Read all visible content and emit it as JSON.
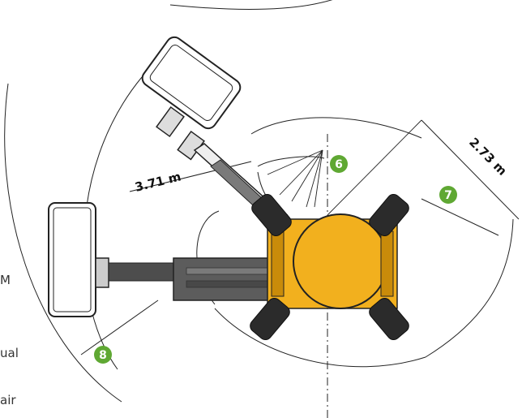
{
  "diagram": {
    "dimensions": {
      "boom_reach": "3.71 m",
      "tail_swing": "2.73 m"
    },
    "badges": {
      "b6": "6",
      "b7": "7",
      "b8": "8"
    },
    "edge_text": {
      "line1": "M",
      "line2": "ual",
      "line3": "air"
    },
    "colors": {
      "badge_green": "#5fa833",
      "machine_yellow": "#f2b01e",
      "boom_grey": "#5c5c5c",
      "line": "#222222"
    }
  }
}
